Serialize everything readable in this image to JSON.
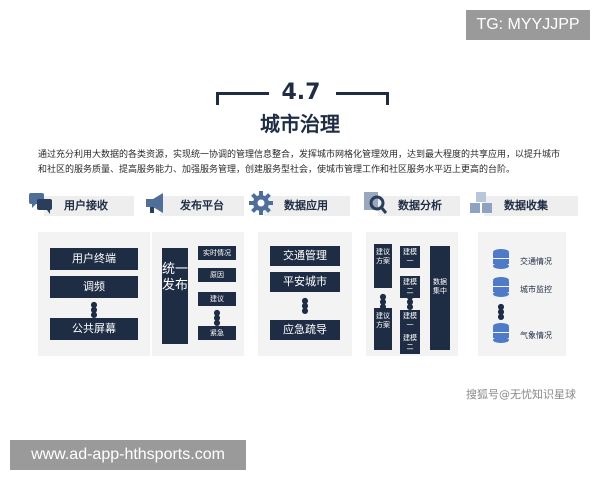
{
  "tg_badge": "TG: MYYJJPP",
  "section": {
    "number": "4.7",
    "title": "城市治理"
  },
  "intro": "通过充分利用大数据的各类资源，实现统一协调的管理信息整合，发挥城市网格化管理效用，达到最大程度的共享应用，以提升城市和社区的服务质量、提高服务能力、加强服务管理，创建服务型社会，使城市管理工作和社区服务水平迈上更高的台阶。",
  "columns": [
    {
      "title": "用户接收",
      "icon": "chat-bubbles-icon"
    },
    {
      "title": "发布平台",
      "icon": "megaphone-icon"
    },
    {
      "title": "数据应用",
      "icon": "gear-icon"
    },
    {
      "title": "数据分析",
      "icon": "magnifier-document-icon"
    },
    {
      "title": "数据收集",
      "icon": "cubes-icon"
    }
  ],
  "user_receive": {
    "items": [
      "用户终端",
      "调频",
      "公共屏幕"
    ]
  },
  "publish": {
    "main": "统一发布",
    "items": [
      "实时情况",
      "原因",
      "建议",
      "紧急"
    ]
  },
  "data_app": {
    "items": [
      "交通管理",
      "平安城市",
      "应急疏导"
    ]
  },
  "analysis": {
    "plan_label": "建议方案",
    "model_1": "建模一",
    "model_2": "建模二",
    "center": "数据集中"
  },
  "collect": {
    "items": [
      "交通情况",
      "城市监控",
      "气象情况"
    ]
  },
  "watermark": "搜狐号@无忧知识星球",
  "url_bar": "www.ad-app-hthsports.com",
  "colors": {
    "navy": "#1f2d44",
    "panel": "#f3f3f3",
    "db_blue": "#4f7ac7"
  }
}
